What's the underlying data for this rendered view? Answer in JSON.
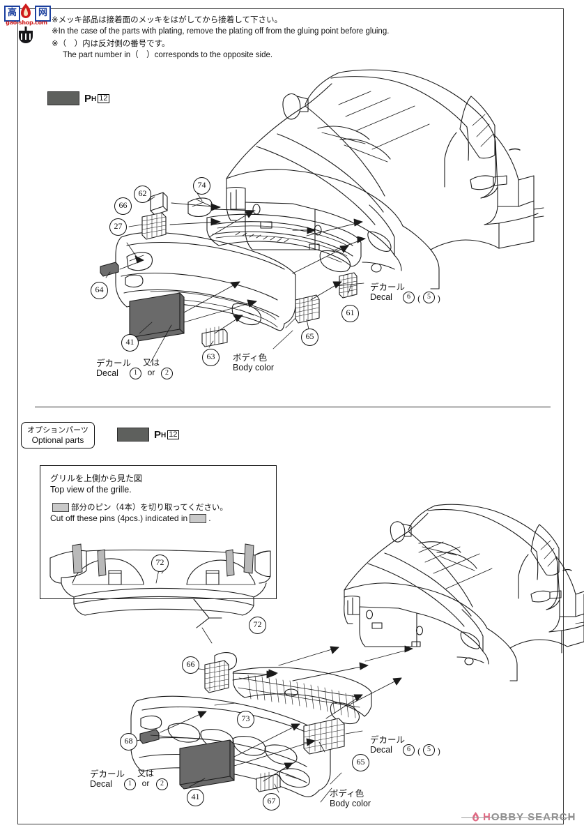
{
  "logo": {
    "char1": "高",
    "char2": "网",
    "domain": "gao-shop.com",
    "flame_icon": "flame-icon",
    "mark_icon": "shield-mark-icon"
  },
  "notes": [
    "※メッキ部品は接着面のメッキをはがしてから接着して下さい。",
    "※In the case of the parts with plating, remove the plating off from the gluing point before gluing.",
    "※（　）内は反対側の番号です。",
    "The part number in（　）corresponds to the opposite side."
  ],
  "paint": {
    "prefix": "P",
    "subscript": "H",
    "number": "12",
    "swatch_color": "#5e605d"
  },
  "section1": {
    "callouts": [
      "62",
      "74",
      "66",
      "27",
      "64",
      "41",
      "63",
      "61",
      "65"
    ],
    "decal_left": {
      "jp": "デカール",
      "en": "Decal"
    },
    "option1": "1",
    "or": {
      "jp": "又は",
      "en": "or"
    },
    "option2": "2",
    "body_color": {
      "jp": "ボディ色",
      "en": "Body color"
    },
    "decal_right": {
      "jp": "デカール",
      "en": "Decal"
    },
    "decal_right_num": "6",
    "decal_right_alt": "5"
  },
  "section2": {
    "optional_badge": {
      "jp": "オプションパーツ",
      "en": "Optional parts"
    },
    "grille_box": {
      "title_jp": "グリルを上側から見た図",
      "title_en": "Top view of the grille.",
      "note_jp_pre": "部分のピン（4本）を切り取ってください。",
      "note_en_pre": "Cut off these pins (4pcs.) indicated in",
      "note_en_post": ".",
      "part_callout": "72"
    },
    "callouts": [
      "72",
      "66",
      "73",
      "68",
      "41",
      "67",
      "65"
    ],
    "decal_left": {
      "jp": "デカール",
      "en": "Decal"
    },
    "option1": "1",
    "or": {
      "jp": "又は",
      "en": "or"
    },
    "option2": "2",
    "body_color": {
      "jp": "ボディ色",
      "en": "Body color"
    },
    "decal_right": {
      "jp": "デカール",
      "en": "Decal"
    },
    "decal_right_num": "6",
    "decal_right_alt": "5"
  },
  "watermark": {
    "brand_mark": "flame-icon",
    "brand_h": "H",
    "brand_rest": "OBBY SEARCH"
  }
}
